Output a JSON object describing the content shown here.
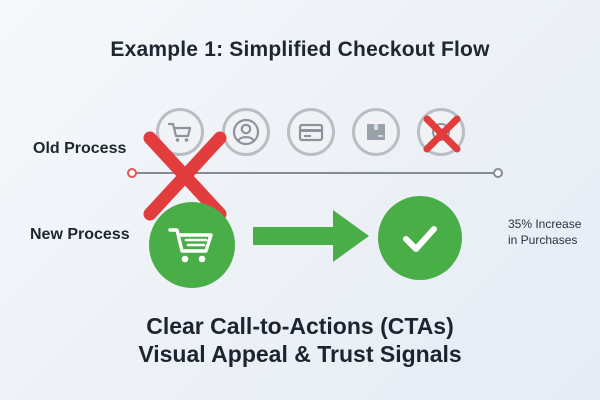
{
  "title": "Example 1: Simplified Checkout Flow",
  "old_process": {
    "label": "Old Process",
    "steps": [
      {
        "icon": "cart-icon"
      },
      {
        "icon": "user-icon"
      },
      {
        "icon": "credit-card-icon"
      },
      {
        "icon": "package-icon"
      },
      {
        "icon": "confirm-icon",
        "crossed_out": true
      }
    ],
    "crossed_out": true
  },
  "new_process": {
    "label": "New Process",
    "start_icon": "cart-icon",
    "end_icon": "checkmark-icon"
  },
  "result": {
    "line1": "35% Increase",
    "line2": "in Purchases"
  },
  "highlights": [
    "Clear Call-to-Actions (CTAs)",
    "Visual Appeal & Trust Signals"
  ],
  "colors": {
    "green": "#4aae48",
    "red": "#e23c3c",
    "gray": "#b9bec5"
  }
}
